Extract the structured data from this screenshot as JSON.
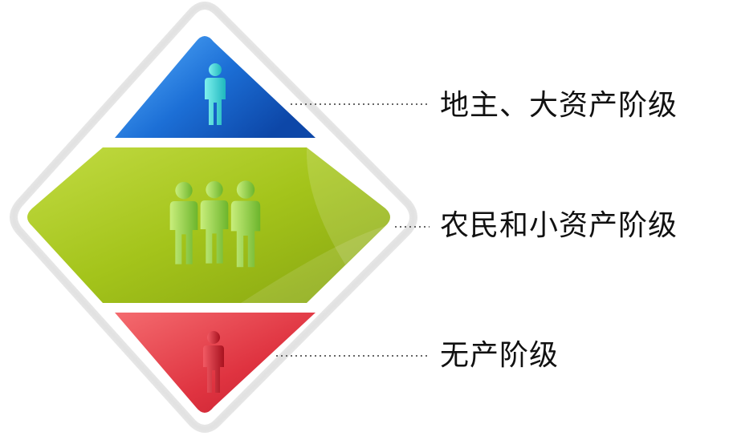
{
  "layers": [
    {
      "id": "top",
      "label": "地主、大资产阶级",
      "color": "#1b67c9",
      "people": 1
    },
    {
      "id": "middle",
      "label": "农民和小资产阶级",
      "color": "#a8c81e",
      "people": 3
    },
    {
      "id": "bottom",
      "label": "无产阶级",
      "color": "#e23a46",
      "people": 1
    }
  ],
  "colors": {
    "frame": "#ececec",
    "leader_line": "#666666",
    "text": "#111111"
  },
  "icons": [
    "person-icon"
  ]
}
